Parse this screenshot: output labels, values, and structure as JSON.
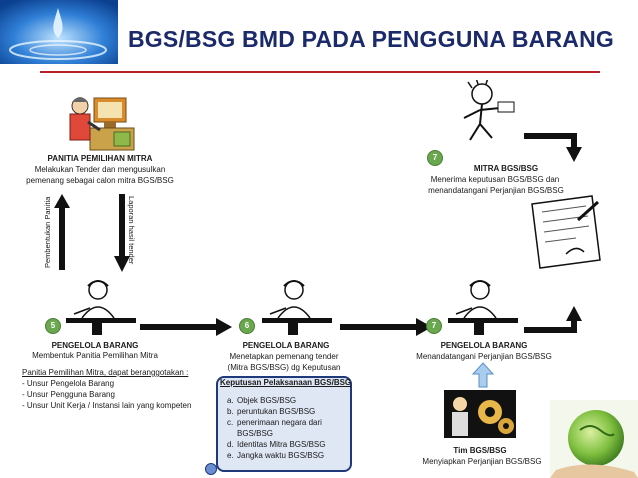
{
  "title": "BGS/BSG BMD PADA PENGGUNA BARANG",
  "panitia": {
    "heading": "PANITIA PEMILIHAN MITRA",
    "line1": "Melakukan Tender dan mengusulkan",
    "line2": "pemenang sebagai calon mitra BGS/BSG"
  },
  "arrow_labels": {
    "left": "Pembentukan Panitia",
    "right": "Laporan hasil tender"
  },
  "pengelola_1": {
    "badge": "5",
    "heading": "PENGELOLA BARANG",
    "line1": "Membentuk Panitia Pemilihan Mitra"
  },
  "komposisi": {
    "heading": "Panitia Pemilihan Mitra, dapat beranggotakan :",
    "items": [
      "- Unsur Pengelola Barang",
      "- Unsur Pengguna Barang",
      "- Unsur Unit Kerja / Instansi lain yang kompeten"
    ]
  },
  "pengelola_2": {
    "badge": "6",
    "heading": "PENGELOLA BARANG",
    "line1": "Menetapkan pemenang tender",
    "line2": "(Mitra BGS/BSG) dg Keputusan"
  },
  "keputusan": {
    "heading": "Keputusan Pelaksanaan BGS/BSG",
    "items": [
      {
        "marker": "a.",
        "text": "Objek BGS/BSG"
      },
      {
        "marker": "b.",
        "text": "peruntukan BGS/BSG"
      },
      {
        "marker": "c.",
        "text": "penerimaan negara dari"
      },
      {
        "marker": "",
        "text": "BGS/BSG"
      },
      {
        "marker": "d.",
        "text": "Identitas Mitra BGS/BSG"
      },
      {
        "marker": "e.",
        "text": "Jangka waktu BGS/BSG"
      }
    ]
  },
  "pengelola_3": {
    "badge": "7",
    "heading": "PENGELOLA BARANG",
    "line1": "Menandatangani Perjanjian BGS/BSG"
  },
  "mitra": {
    "badge": "7",
    "heading": "MITRA BGS/BSG",
    "line1": "Menerima keputusan BGS/BSG dan",
    "line2": "menandatangani Perjanjian BGS/BSG"
  },
  "tim": {
    "heading": "Tim BGS/BSG",
    "line1": "Menyiapkan Perjanjian BGS/BSG"
  },
  "colors": {
    "title": "#1b2a6b",
    "accent_red": "#c0272d",
    "badge_green": "#6aa84f",
    "callout_fill": "#dfe7f4",
    "callout_border": "#1f3a7a"
  }
}
